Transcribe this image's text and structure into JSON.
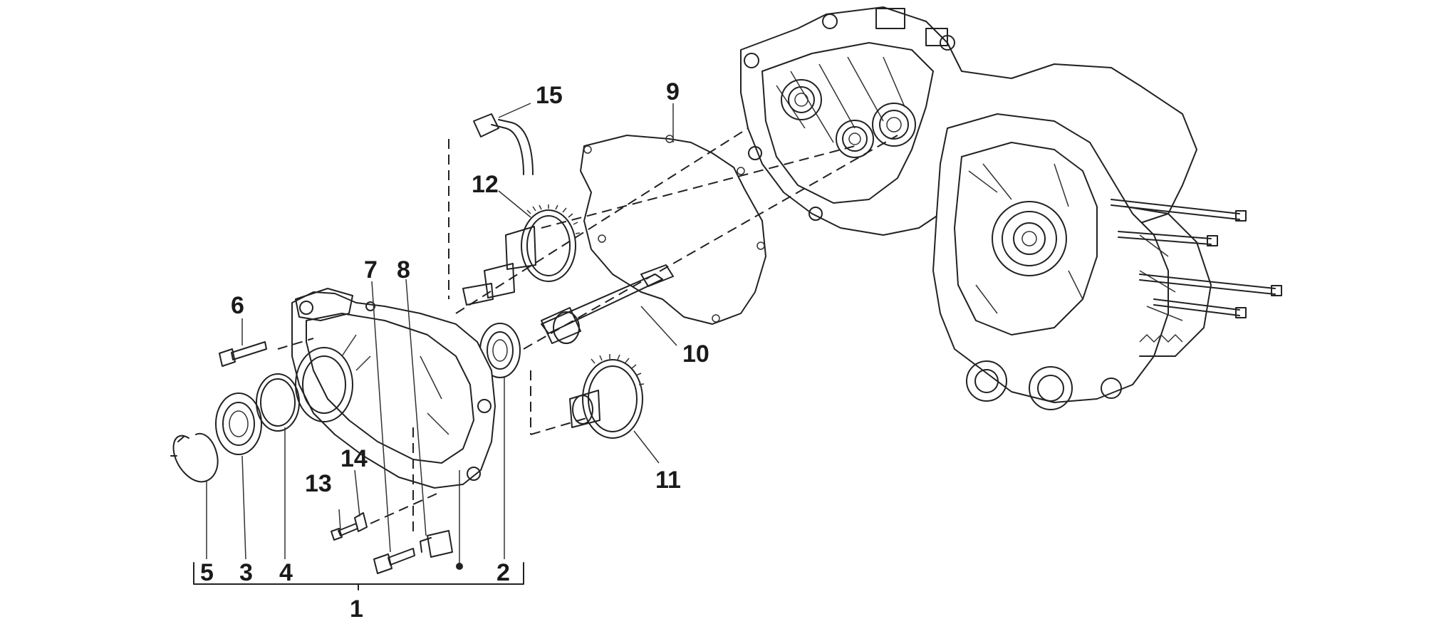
{
  "diagram": {
    "callouts": {
      "c1": "1",
      "c2": "2",
      "c3": "3",
      "c4": "4",
      "c5": "5",
      "c6": "6",
      "c7": "7",
      "c8": "8",
      "c9": "9",
      "c10": "10",
      "c11": "11",
      "c12": "12",
      "c13": "13",
      "c14": "14",
      "c15": "15"
    },
    "colors": {
      "line": "#222222",
      "background": "#ffffff"
    }
  }
}
